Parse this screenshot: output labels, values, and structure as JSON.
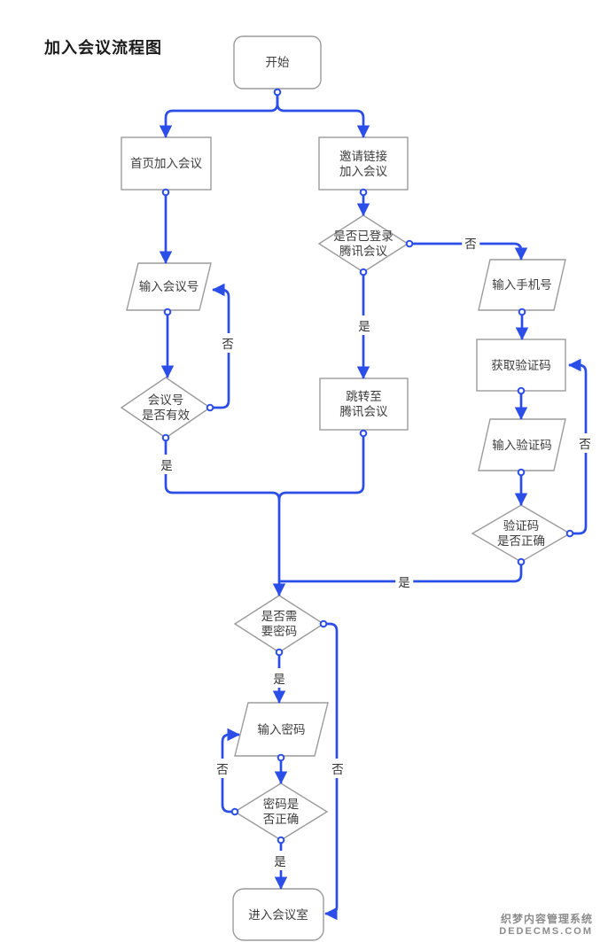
{
  "title": "加入会议流程图",
  "colors": {
    "edge_blue": "#2b4de8",
    "node_border": "#9b9b9b",
    "node_text": "#3d3d3d",
    "watermark_gray": "#8c8c8c"
  },
  "labels": {
    "yes": "是",
    "no": "否"
  },
  "nodes": {
    "start": "开始",
    "home_join": "首页加入会议",
    "invite_join": "邀请链接\n加入会议",
    "enter_meeting_id": "输入会议号",
    "meeting_id_valid": "会议号\n是否有效",
    "logged_in": "是否已登录\n腾讯会议",
    "enter_phone": "输入手机号",
    "get_code": "获取验证码",
    "enter_code": "输入验证码",
    "code_correct": "验证码\n是否正确",
    "jump_tencent": "跳转至\n腾讯会议",
    "need_password": "是否需\n要密码",
    "enter_password": "输入密码",
    "password_correct": "密码是\n否正确",
    "enter_room": "进入会议室"
  },
  "watermark": {
    "line1": "织梦内容管理系统",
    "line2": "DEDECMS.COM"
  }
}
